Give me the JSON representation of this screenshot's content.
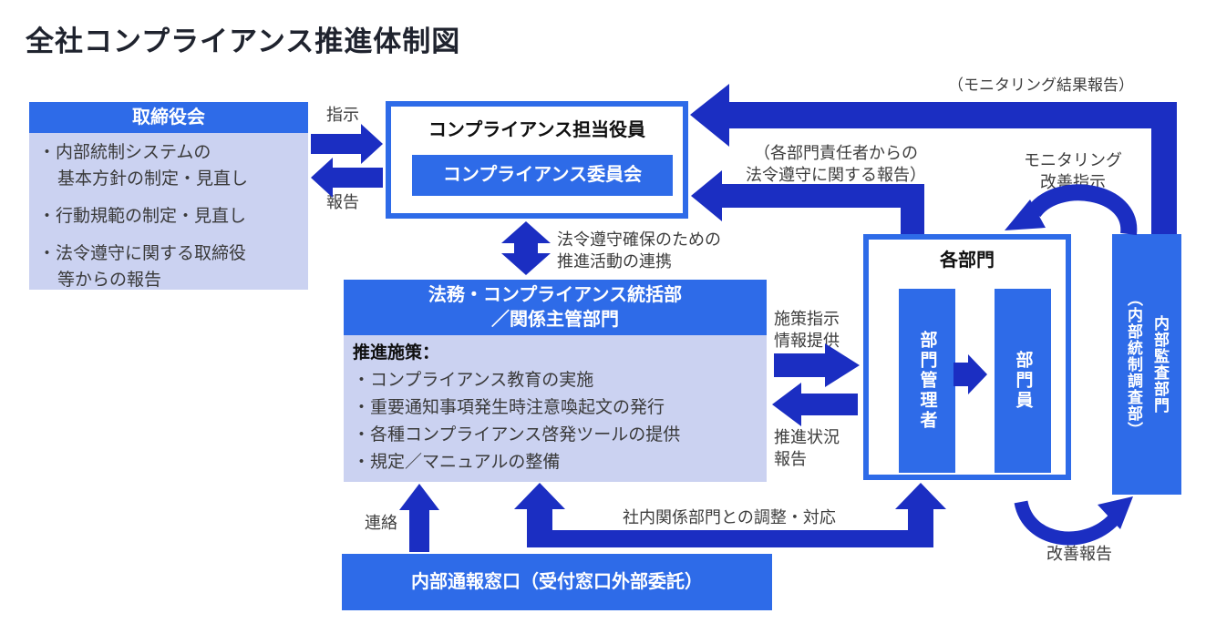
{
  "page_title": "全社コンプライアンス推進体制図",
  "colors": {
    "box_blue": "#2e6be8",
    "arrow_blue": "#1b2ec2",
    "light_lavender": "#cbd2f1",
    "title_text": "#1f232e",
    "body_text": "#3a3a3a"
  },
  "boxes": {
    "board": {
      "title": "取締役会",
      "lines": [
        "・内部統制システムの",
        "基本方針の制定・見直し",
        "・行動規範の制定・見直し",
        "・法令遵守に関する取締役",
        "等からの報告"
      ]
    },
    "officer": {
      "title": "コンプライアンス担当役員",
      "committee": "コンプライアンス委員会"
    },
    "legal": {
      "title_line1": "法務・コンプライアンス統括部",
      "title_line2": "／関係主管部門",
      "heading": "推進施策：",
      "lines": [
        "・コンプライアンス教育の実施",
        "・重要通知事項発生時注意喚起文の発行",
        "・各種コンプライアンス啓発ツールの提供",
        "・規定／マニュアルの整備"
      ]
    },
    "departments": {
      "title": "各部門",
      "manager": "部門管理者",
      "member": "部門員"
    },
    "audit": {
      "line1": "内部監査部門",
      "line2": "（内部統制調査部）"
    },
    "hotline": {
      "title": "内部通報窓口（受付窓口外部委託）"
    }
  },
  "labels": {
    "instruction": "指示",
    "report": "報告",
    "cooperation_line1": "法令遵守確保のための",
    "cooperation_line2": "推進活動の連携",
    "measures_line1": "施策指示",
    "measures_line2": "情報提供",
    "progress_line1": "推進状況",
    "progress_line2": "報告",
    "contact": "連絡",
    "coordination": "社内関係部門との調整・対応",
    "monitoring_result": "（モニタリング結果報告）",
    "dept_report_line1": "（各部門責任者からの",
    "dept_report_line2": "法令遵守に関する報告）",
    "monitoring_line1": "モニタリング",
    "monitoring_line2": "改善指示",
    "improvement_report": "改善報告"
  }
}
